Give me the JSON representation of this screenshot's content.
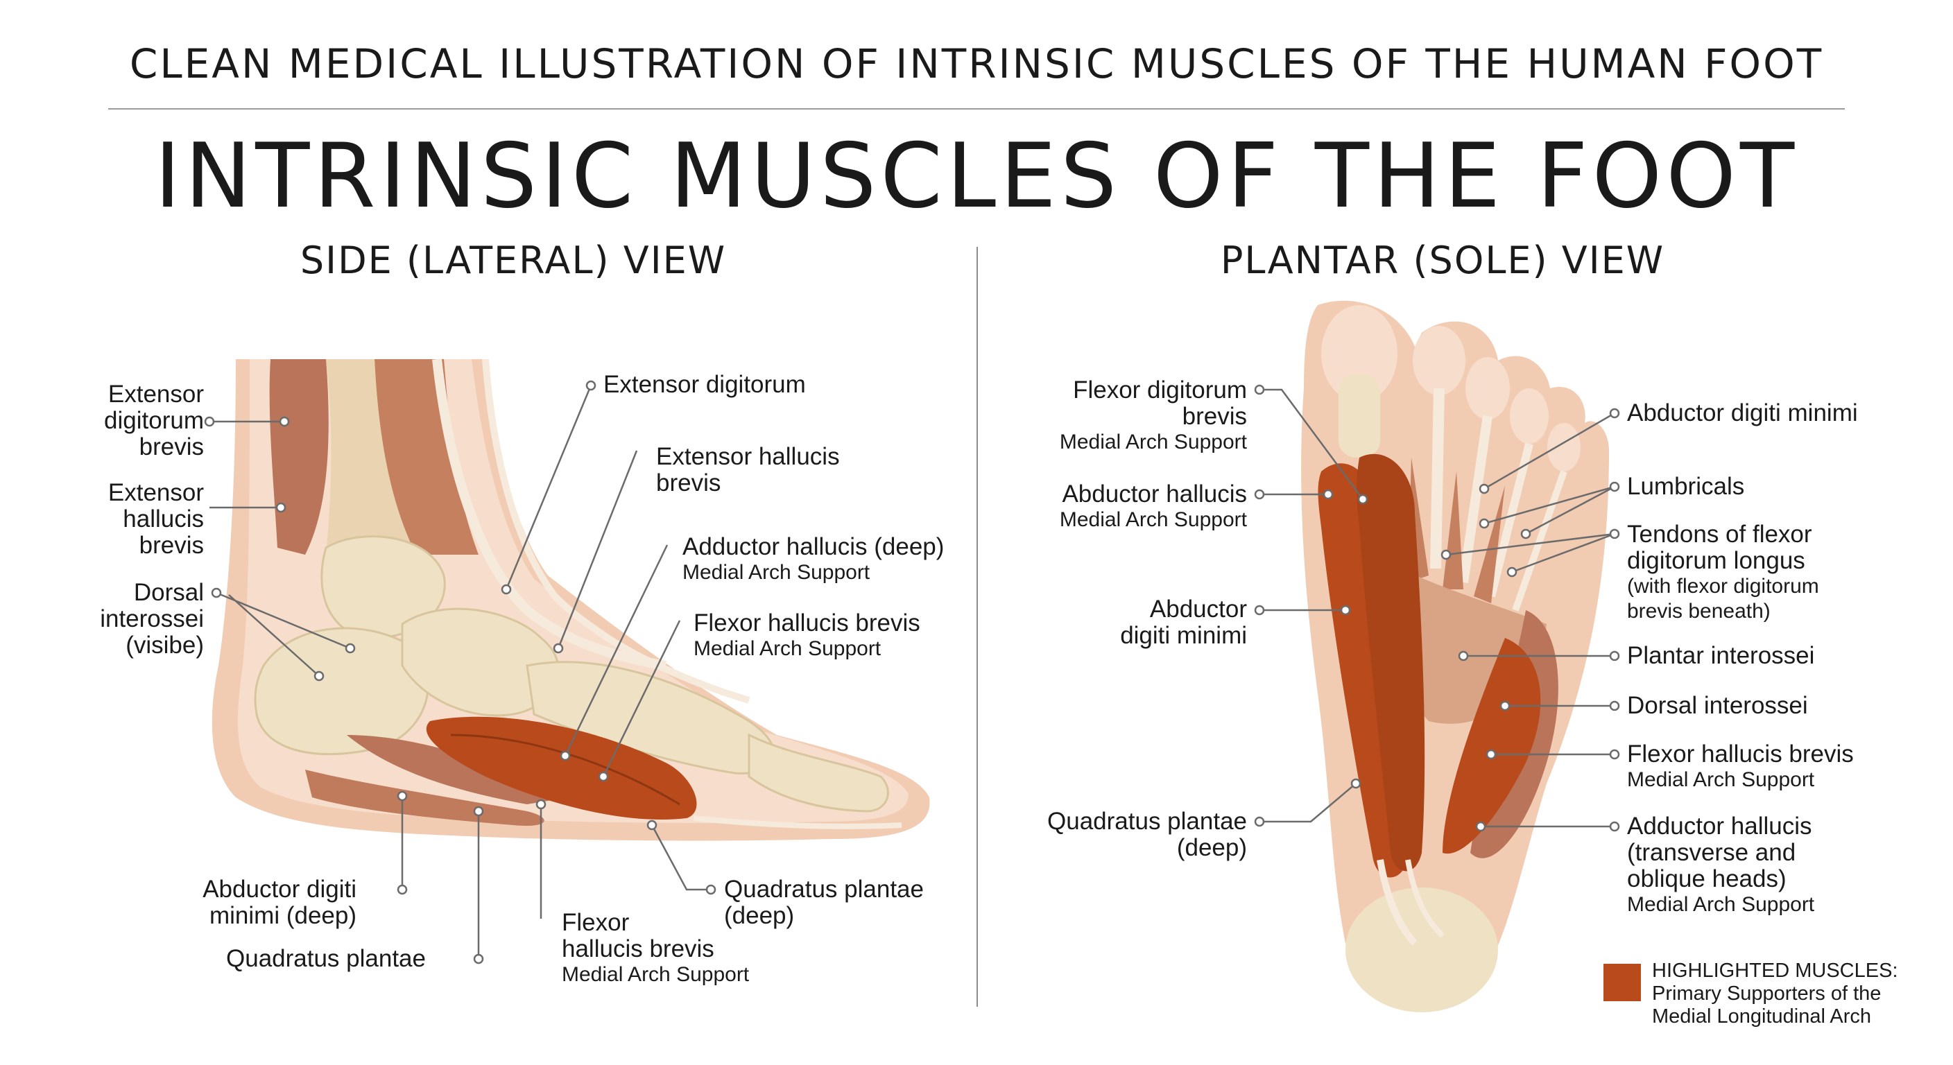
{
  "header": {
    "supertitle": "CLEAN MEDICAL ILLUSTRATION OF INTRINSIC MUSCLES OF THE HUMAN FOOT",
    "title": "INTRINSIC MUSCLES OF THE FOOT"
  },
  "colors": {
    "highlight_muscle": "#b94a1c",
    "muscle": "#b9745a",
    "bone": "#efe2c4",
    "skin": "#f2cbb3",
    "leader_line": "#6b6b6b"
  },
  "side_view": {
    "title": "SIDE (LATERAL) VIEW",
    "labels": [
      {
        "text": "Extensor digitorum brevis",
        "lines": [
          "Extensor",
          "digitorum",
          "brevis"
        ],
        "sub": ""
      },
      {
        "text": "Extensor hallucis brevis",
        "lines": [
          "Extensor",
          "hallucis",
          "brevis"
        ],
        "sub": ""
      },
      {
        "text": "Dorsal interossei (visibe)",
        "lines": [
          "Dorsal",
          "interossei",
          "(visibe)"
        ],
        "sub": ""
      },
      {
        "text": "Extensor digitorum",
        "lines": [
          "Extensor digitorum"
        ],
        "sub": ""
      },
      {
        "text": "Extensor hallucis brevis",
        "lines": [
          "Extensor hallucis",
          "brevis"
        ],
        "sub": ""
      },
      {
        "text": "Adductor hallucis (deep)",
        "lines": [
          "Adductor hallucis (deep)"
        ],
        "sub": "Medial Arch Support"
      },
      {
        "text": "Flexor hallucis brevis",
        "lines": [
          "Flexor hallucis brevis"
        ],
        "sub": "Medial Arch Support"
      },
      {
        "text": "Abductor digiti minimi (deep)",
        "lines": [
          "Abductor digiti",
          "minimi (deep)"
        ],
        "sub": ""
      },
      {
        "text": "Quadratus plantae",
        "lines": [
          "Quadratus plantae"
        ],
        "sub": ""
      },
      {
        "text": "Flexor hallucis brevis",
        "lines": [
          "Flexor",
          "hallucis brevis"
        ],
        "sub": "Medial Arch Support"
      },
      {
        "text": "Quadratus plantae (deep)",
        "lines": [
          "Quadratus plantae",
          "(deep)"
        ],
        "sub": ""
      }
    ]
  },
  "plantar_view": {
    "title": "PLANTAR (SOLE) VIEW",
    "labels": [
      {
        "text": "Flexor digitorum brevis",
        "lines": [
          "Flexor digitorum",
          "brevis"
        ],
        "sub": "Medial Arch Support"
      },
      {
        "text": "Abductor hallucis",
        "lines": [
          "Abductor hallucis"
        ],
        "sub": "Medial Arch Support"
      },
      {
        "text": "Abductor digiti minimi",
        "lines": [
          "Abductor",
          "digiti minimi"
        ],
        "sub": ""
      },
      {
        "text": "Quadratus plantae (deep)",
        "lines": [
          "Quadratus plantae",
          "(deep)"
        ],
        "sub": ""
      },
      {
        "text": "Abductor digiti minimi",
        "lines": [
          "Abductor digiti minimi"
        ],
        "sub": ""
      },
      {
        "text": "Lumbricals",
        "lines": [
          "Lumbricals"
        ],
        "sub": ""
      },
      {
        "text": "Tendons of flexor digitorum longus (with flexor digitorum brevis beneath)",
        "lines": [
          "Tendons of flexor",
          "digitorum longus"
        ],
        "sub": "(with flexor digitorum|brevis beneath)"
      },
      {
        "text": "Plantar interossei",
        "lines": [
          "Plantar interossei"
        ],
        "sub": ""
      },
      {
        "text": "Dorsal interossei",
        "lines": [
          "Dorsal interossei"
        ],
        "sub": ""
      },
      {
        "text": "Flexor hallucis brevis",
        "lines": [
          "Flexor hallucis brevis"
        ],
        "sub": "Medial Arch Support"
      },
      {
        "text": "Adductor hallucis (transverse and oblique heads)",
        "lines": [
          "Adductor hallucis",
          "(transverse and",
          "oblique heads)"
        ],
        "sub": "Medial Arch Support"
      }
    ]
  },
  "legend": {
    "title": "HIGHLIGHTED MUSCLES:",
    "line2": "Primary Supporters of the",
    "line3": "Medial Longitudinal Arch"
  }
}
